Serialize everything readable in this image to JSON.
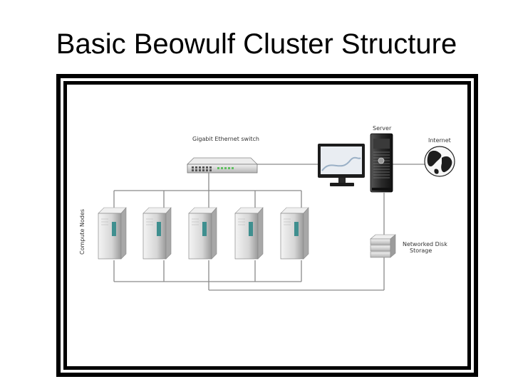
{
  "slide": {
    "title": "Basic Beowulf Cluster Structure"
  },
  "diagram": {
    "switch_label": "Gigabit Ethernet switch",
    "server_label": "Server",
    "internet_label": "Internet",
    "compute_label": "Compute Nodes",
    "storage_label_line1": "Networked Disk",
    "storage_label_line2": "Storage",
    "compute_node_count": 5
  },
  "colors": {
    "frame_outer": "#000000",
    "line": "#888888",
    "server_dark": "#2b2b2b",
    "node_body": "#d8d8d8",
    "node_accent": "#3f8f8f"
  }
}
